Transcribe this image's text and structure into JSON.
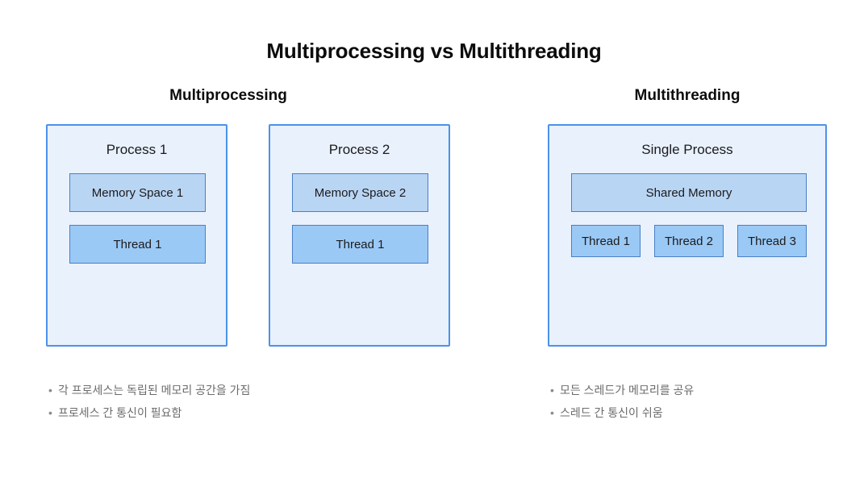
{
  "title": "Multiprocessing vs Multithreading",
  "panels": [
    {
      "heading": "Multiprocessing",
      "boxes": [
        {
          "label": "Process 1",
          "memory": "Memory Space 1",
          "threads": [
            "Thread 1"
          ]
        },
        {
          "label": "Process 2",
          "memory": "Memory Space 2",
          "threads": [
            "Thread 1"
          ]
        }
      ],
      "notes": [
        "각 프로세스는 독립된 메모리 공간을 가짐",
        "프로세스 간 통신이 필요함"
      ]
    },
    {
      "heading": "Multithreading",
      "boxes": [
        {
          "label": "Single Process",
          "memory": "Shared Memory",
          "threads": [
            "Thread 1",
            "Thread 2",
            "Thread 3"
          ]
        }
      ],
      "notes": [
        "모든 스레드가 메모리를 공유",
        "스레드 간 통신이 쉬움"
      ]
    }
  ],
  "bullet_marker": "•",
  "colors": {
    "background": "#ffffff",
    "process_fill": "#e9f1fd",
    "process_border": "#4c92ea",
    "memory_fill": "#b9d5f4",
    "thread_fill": "#9bc9f6",
    "inner_border": "#4a7fc8",
    "title_text": "#0c0c0c",
    "note_text": "#6b6b6b"
  }
}
